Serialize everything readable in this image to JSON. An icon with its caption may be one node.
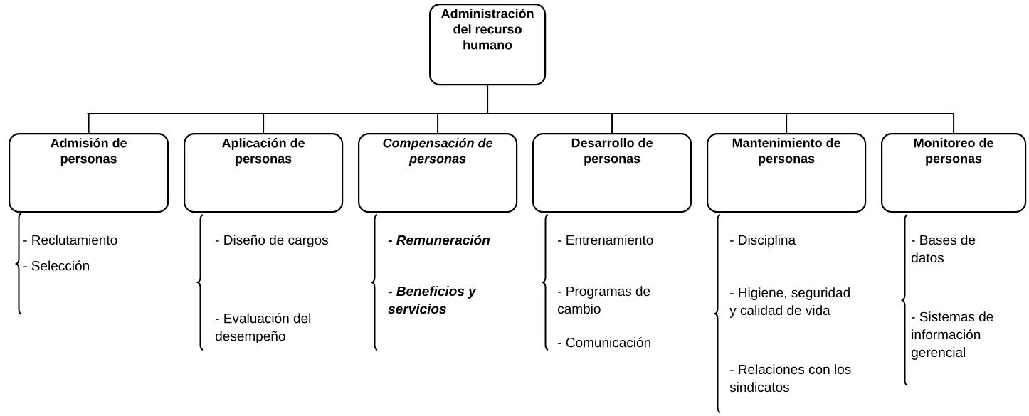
{
  "diagram": {
    "nodes": [
      {
        "text": [
          "Administración del recurso humano"
        ]
      },
      {
        "text": [
          "Admisión de personas"
        ]
      },
      {
        "text": [
          "Aplicación de personas"
        ]
      },
      {
        "text": [
          "Compensación de personas"
        ]
      },
      {
        "text": [
          "Desarrollo de personas"
        ]
      },
      {
        "text": [
          "Mantenimiento de personas"
        ]
      },
      {
        "text": [
          "Monitoreo de personas"
        ]
      }
    ],
    "edges": [
      {
        "from": 0,
        "to": 1,
        "arrow": "none"
      },
      {
        "from": 0,
        "to": 2,
        "arrow": "none"
      },
      {
        "from": 0,
        "to": 3,
        "arrow": "none"
      },
      {
        "from": 0,
        "to": 4,
        "arrow": "none"
      },
      {
        "from": 0,
        "to": 5,
        "arrow": "none"
      },
      {
        "from": 0,
        "to": 6,
        "arrow": "none"
      }
    ],
    "labels": [
      "- Reclutamiento",
      "- Selección",
      "- Diseño de cargos",
      "- Evaluación del desempeño",
      "- *Remuneración*",
      "- *Beneficios y servicios*",
      "- Entrenamiento",
      "- Programas de cambio",
      "- Comunicación",
      "- Disciplina",
      "- Higiene, seguridad y calidad de vida",
      "- Relaciones con los sindicatos",
      "- Bases de datos",
      "- Sistemas de información gerencial"
    ]
  }
}
